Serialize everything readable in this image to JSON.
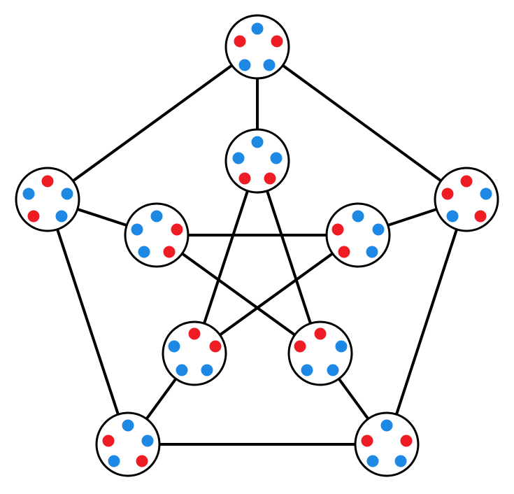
{
  "diagram": {
    "colors": {
      "edge": "#000000",
      "node_fill": "#ffffff",
      "node_stroke": "#000000",
      "red": "#ee1c25",
      "blue": "#1e88e5"
    },
    "nodes": [
      {
        "id": "outer-top",
        "dots": [
          "blue",
          "red",
          "red",
          "blue",
          "blue"
        ]
      },
      {
        "id": "outer-left",
        "dots": [
          "red",
          "blue",
          "blue",
          "red",
          "blue"
        ]
      },
      {
        "id": "outer-right",
        "dots": [
          "red",
          "red",
          "blue",
          "blue",
          "red"
        ]
      },
      {
        "id": "outer-bottom-left",
        "dots": [
          "blue",
          "red",
          "blue",
          "blue",
          "red"
        ]
      },
      {
        "id": "outer-bottom-right",
        "dots": [
          "blue",
          "red",
          "red",
          "blue",
          "blue"
        ]
      },
      {
        "id": "inner-top",
        "dots": [
          "blue",
          "blue",
          "blue",
          "red",
          "red"
        ]
      },
      {
        "id": "inner-left",
        "dots": [
          "blue",
          "blue",
          "red",
          "blue",
          "red"
        ]
      },
      {
        "id": "inner-right",
        "dots": [
          "blue",
          "red",
          "blue",
          "red",
          "blue"
        ]
      },
      {
        "id": "inner-bottom-left",
        "dots": [
          "red",
          "blue",
          "red",
          "blue",
          "blue"
        ]
      },
      {
        "id": "inner-bottom-right",
        "dots": [
          "red",
          "red",
          "blue",
          "blue",
          "blue"
        ]
      }
    ],
    "edges": [
      [
        "outer-top",
        "outer-left"
      ],
      [
        "outer-top",
        "outer-right"
      ],
      [
        "outer-left",
        "outer-bottom-left"
      ],
      [
        "outer-right",
        "outer-bottom-right"
      ],
      [
        "outer-bottom-left",
        "outer-bottom-right"
      ],
      [
        "outer-top",
        "inner-top"
      ],
      [
        "outer-left",
        "inner-left"
      ],
      [
        "outer-right",
        "inner-right"
      ],
      [
        "outer-bottom-left",
        "inner-bottom-left"
      ],
      [
        "outer-bottom-right",
        "inner-bottom-right"
      ],
      [
        "inner-top",
        "inner-bottom-left"
      ],
      [
        "inner-top",
        "inner-bottom-right"
      ],
      [
        "inner-left",
        "inner-right"
      ],
      [
        "inner-left",
        "inner-bottom-right"
      ],
      [
        "inner-right",
        "inner-bottom-left"
      ]
    ]
  }
}
